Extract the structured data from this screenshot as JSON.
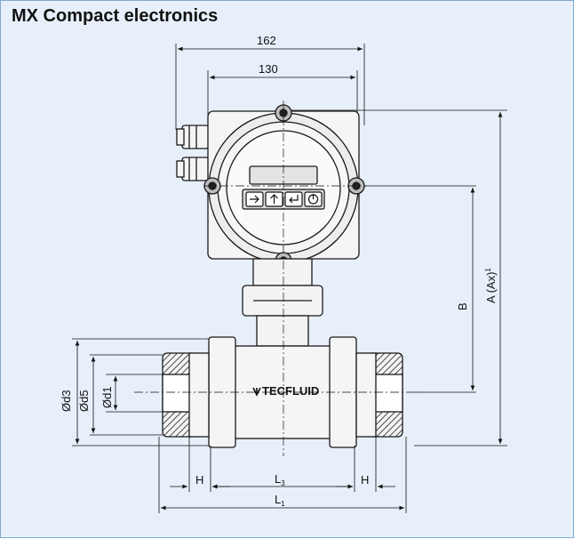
{
  "title": "MX Compact electronics",
  "dimensions": {
    "width_outer": "162",
    "width_inner": "130",
    "height_a": "A (Ax)",
    "height_a_sup": "1",
    "height_b": "B",
    "d3": "Ød3",
    "d5": "Ød5",
    "d1": "Ød1",
    "h_left": "H",
    "h_right": "H",
    "l3": "L",
    "l3_sub": "3",
    "l1": "L",
    "l1_sub": "1"
  },
  "brand": "TECFLUID",
  "keypad": {
    "icons": [
      "arrow-right-icon",
      "arrow-up-icon",
      "enter-icon",
      "power-icon"
    ]
  },
  "colors": {
    "panel_bg": "#e7f0fa",
    "panel_border": "#7fa8d6",
    "line": "#1a1a1a"
  }
}
